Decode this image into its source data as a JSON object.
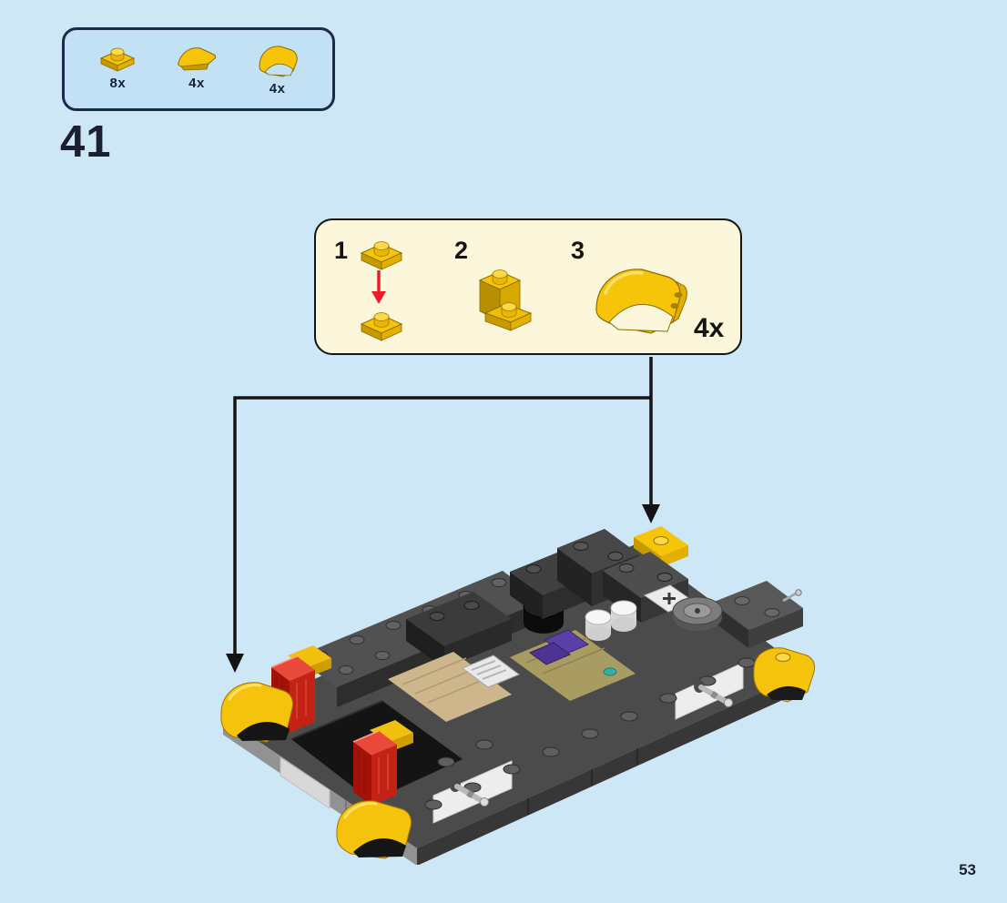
{
  "page": {
    "step_number": "41",
    "page_number": "53"
  },
  "parts_box": {
    "parts": [
      {
        "count": "8x",
        "icon": "plate-1x1-yellow-icon"
      },
      {
        "count": "4x",
        "icon": "curved-slope-yellow-icon"
      },
      {
        "count": "4x",
        "icon": "mudguard-yellow-icon"
      }
    ]
  },
  "callout": {
    "substeps": [
      {
        "number": "1",
        "piece": "plate-1x1-yellow"
      },
      {
        "number": "2",
        "piece": "bracket-with-plates-yellow"
      },
      {
        "number": "3",
        "piece": "mudguard-yellow"
      }
    ],
    "quantity_label": "4x"
  },
  "colors": {
    "background": "#cde7f7",
    "parts_box_fill": "#c3e1f4",
    "parts_box_border": "#1b2a4a",
    "callout_fill": "#fcf7da",
    "callout_border": "#141414",
    "lego_yellow": "#f5c30b",
    "lego_red": "#c42215",
    "assembly_arrow_black": "#141414",
    "assembly_arrow_red": "#ea1c2d"
  }
}
